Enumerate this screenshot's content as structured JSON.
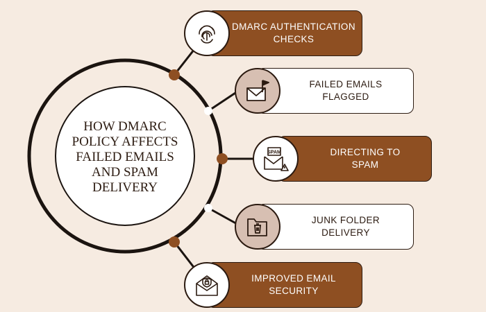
{
  "title": "HOW DMARC\nPOLICY AFFECTS\nFAILED EMAILS\nAND SPAM\nDELIVERY",
  "steps": [
    {
      "label": "DMARC AUTHENTICATION\nCHECKS",
      "icon": "fingerprint-icon"
    },
    {
      "label": "FAILED EMAILS\nFLAGGED",
      "icon": "flagged-envelope-icon"
    },
    {
      "label": "DIRECTING TO\nSPAM",
      "icon": "spam-envelope-icon"
    },
    {
      "label": "JUNK FOLDER\nDELIVERY",
      "icon": "junk-folder-icon"
    },
    {
      "label": "IMPROVED EMAIL\nSECURITY",
      "icon": "secure-envelope-icon"
    }
  ],
  "colors": {
    "background": "#f6ebe1",
    "accent": "#8e4f22",
    "dark": "#2b1a10",
    "tan": "#d7bfb2"
  }
}
